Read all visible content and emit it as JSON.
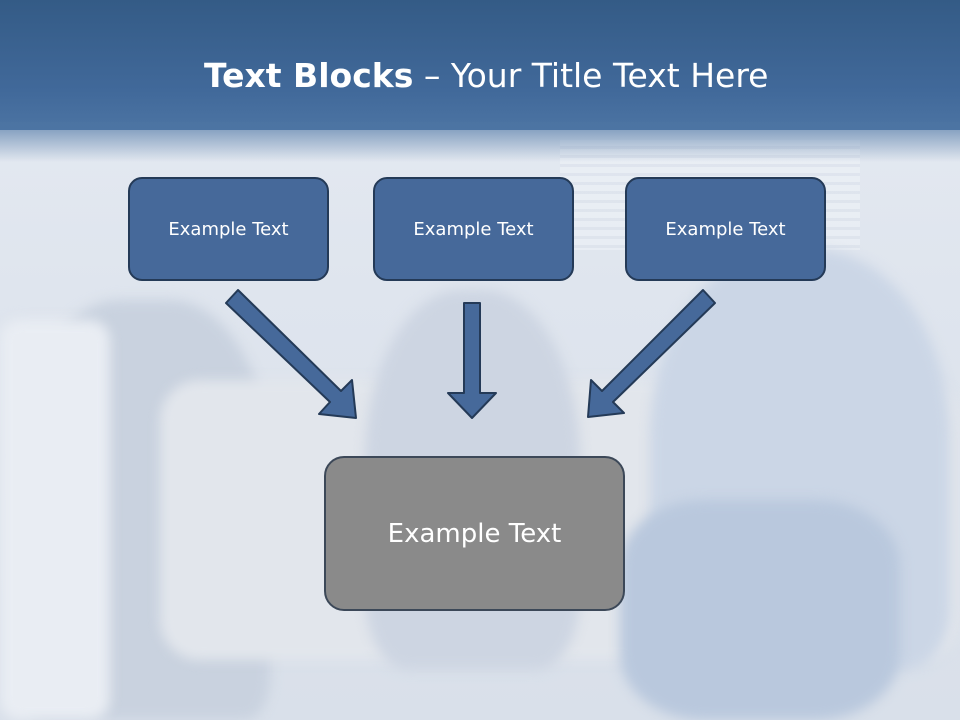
{
  "title": {
    "bold": "Text Blocks",
    "dash": " – ",
    "rest": "Your Title Text Here"
  },
  "blocks": [
    {
      "label": "Example Text"
    },
    {
      "label": "Example Text"
    },
    {
      "label": "Example Text"
    }
  ],
  "center_block": {
    "label": "Example Text"
  },
  "colors": {
    "header": "#41699a",
    "block_fill": "#46699a",
    "block_border": "#243a57",
    "center_fill": "#8a8a8a",
    "arrow_fill": "#46699a"
  }
}
